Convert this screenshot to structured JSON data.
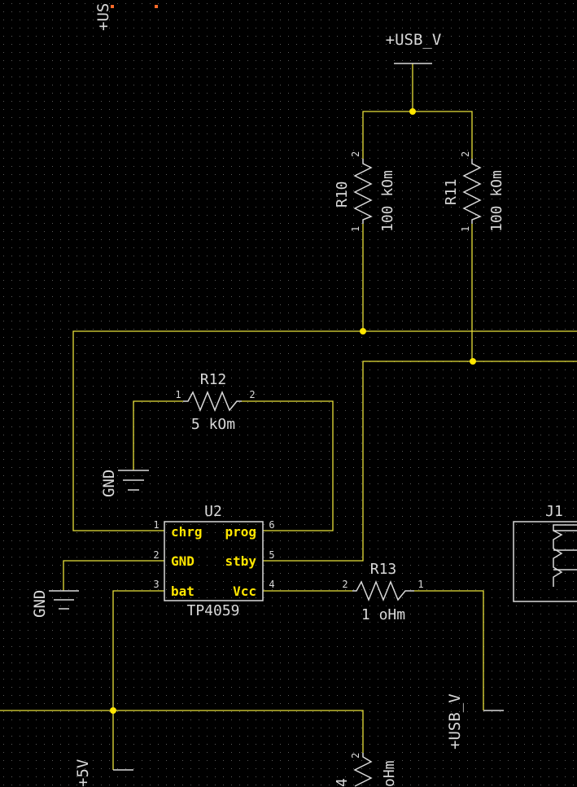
{
  "colors": {
    "background": "#000000",
    "wire": "#E6DF3A",
    "component": "#D8D8D8",
    "pin_label": "#FFE600",
    "junction": "#FFE600",
    "grid_dot": "#5A5A5A",
    "marker": "#FF6A2A"
  },
  "nets": {
    "usb_top": "+USB_V",
    "usb_right": "+USB_V",
    "usb_cut": "+US",
    "gnd_left_1": "GND",
    "gnd_left_2": "GND",
    "v5": "+5V"
  },
  "components": {
    "r10": {
      "ref": "R10",
      "value": "100 kOm",
      "pin1": "1",
      "pin2": "2"
    },
    "r11": {
      "ref": "R11",
      "value": "100 kOm",
      "pin1": "1",
      "pin2": "2"
    },
    "r12": {
      "ref": "R12",
      "value": "5 kOm",
      "pin1": "1",
      "pin2": "2"
    },
    "r13": {
      "ref": "R13",
      "value": "1 oHm",
      "pin1": "1",
      "pin2": "2"
    },
    "r_bottom": {
      "ref": "4",
      "value": "oHm",
      "pin2": "2"
    },
    "u2": {
      "ref": "U2",
      "part": "TP4059",
      "pins": [
        {
          "num": "1",
          "name": "chrg"
        },
        {
          "num": "2",
          "name": "GND"
        },
        {
          "num": "3",
          "name": "bat"
        },
        {
          "num": "6",
          "name": "prog"
        },
        {
          "num": "5",
          "name": "stby"
        },
        {
          "num": "4",
          "name": "Vcc"
        }
      ]
    },
    "j1": {
      "ref": "J1"
    }
  }
}
